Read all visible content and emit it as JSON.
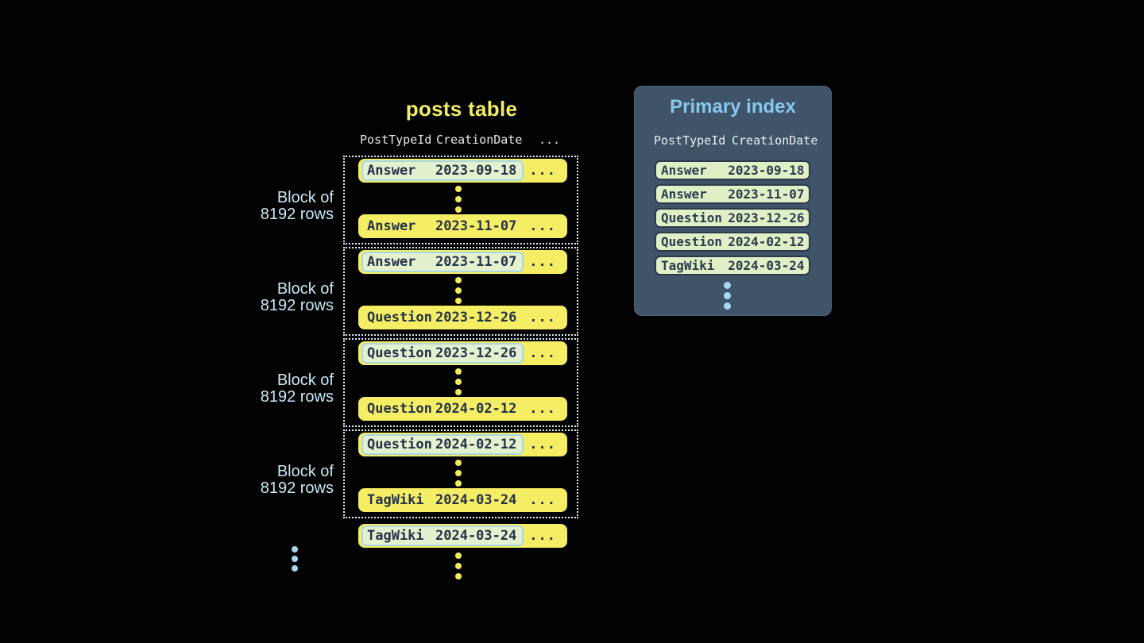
{
  "posts_table": {
    "title": "posts table",
    "headers": {
      "col1": "PostTypeId",
      "col2": "CreationDate",
      "col3": "..."
    },
    "block_label": {
      "line1": "Block of",
      "line2": "8192 rows"
    },
    "row_ellipsis": "...",
    "blocks": [
      {
        "first": {
          "type": "Answer",
          "date": "2023-09-18"
        },
        "last": {
          "type": "Answer",
          "date": "2023-11-07"
        }
      },
      {
        "first": {
          "type": "Answer",
          "date": "2023-11-07"
        },
        "last": {
          "type": "Question",
          "date": "2023-12-26"
        }
      },
      {
        "first": {
          "type": "Question",
          "date": "2023-12-26"
        },
        "last": {
          "type": "Question",
          "date": "2024-02-12"
        }
      },
      {
        "first": {
          "type": "Question",
          "date": "2024-02-12"
        },
        "last": {
          "type": "TagWiki",
          "date": "2024-03-24"
        }
      }
    ],
    "trailing_row": {
      "type": "TagWiki",
      "date": "2024-03-24"
    }
  },
  "primary_index": {
    "title": "Primary index",
    "headers": {
      "col1": "PostTypeId",
      "col2": "CreationDate"
    },
    "rows": [
      {
        "type": "Answer",
        "date": "2023-09-18"
      },
      {
        "type": "Answer",
        "date": "2023-11-07"
      },
      {
        "type": "Question",
        "date": "2023-12-26"
      },
      {
        "type": "Question",
        "date": "2024-02-12"
      },
      {
        "type": "TagWiki",
        "date": "2024-03-24"
      }
    ]
  },
  "colors": {
    "background": "#020203",
    "row_yellow": "#f5ee65",
    "title_yellow": "#f3ec62",
    "highlight_green": "#e4f1cf",
    "highlight_border_blue": "#a7d7e7",
    "block_border_dotted": "#d9eef6",
    "label_blue": "#c7e8f4",
    "panel_slate": "#3f5468",
    "panel_title_blue": "#87c8ec",
    "index_row_green": "#e0efc6",
    "index_row_border": "#2a3b4c",
    "dot_blue": "#a5d9ee",
    "dot_yellow": "#f2eb60",
    "dark_text": "#25314a"
  }
}
